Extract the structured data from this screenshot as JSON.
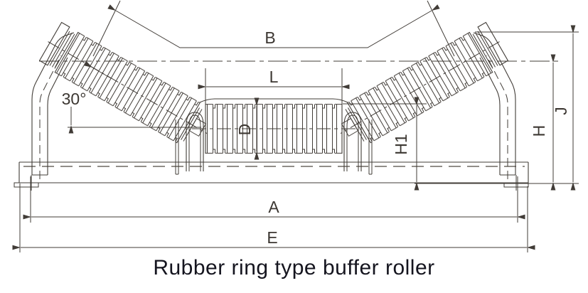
{
  "drawing": {
    "caption": "Rubber ring type buffer roller",
    "labels": {
      "top_width": "B",
      "center_roller_length": "L",
      "roller_diameter": "D",
      "trough_angle": "30°",
      "height_h1": "H1",
      "height_h": "H",
      "height_j": "J",
      "bolt_span": "A",
      "overall_length": "E"
    },
    "colors": {
      "line": "#413c37",
      "caption_text": "#15151f",
      "background": "#ffffff"
    }
  }
}
